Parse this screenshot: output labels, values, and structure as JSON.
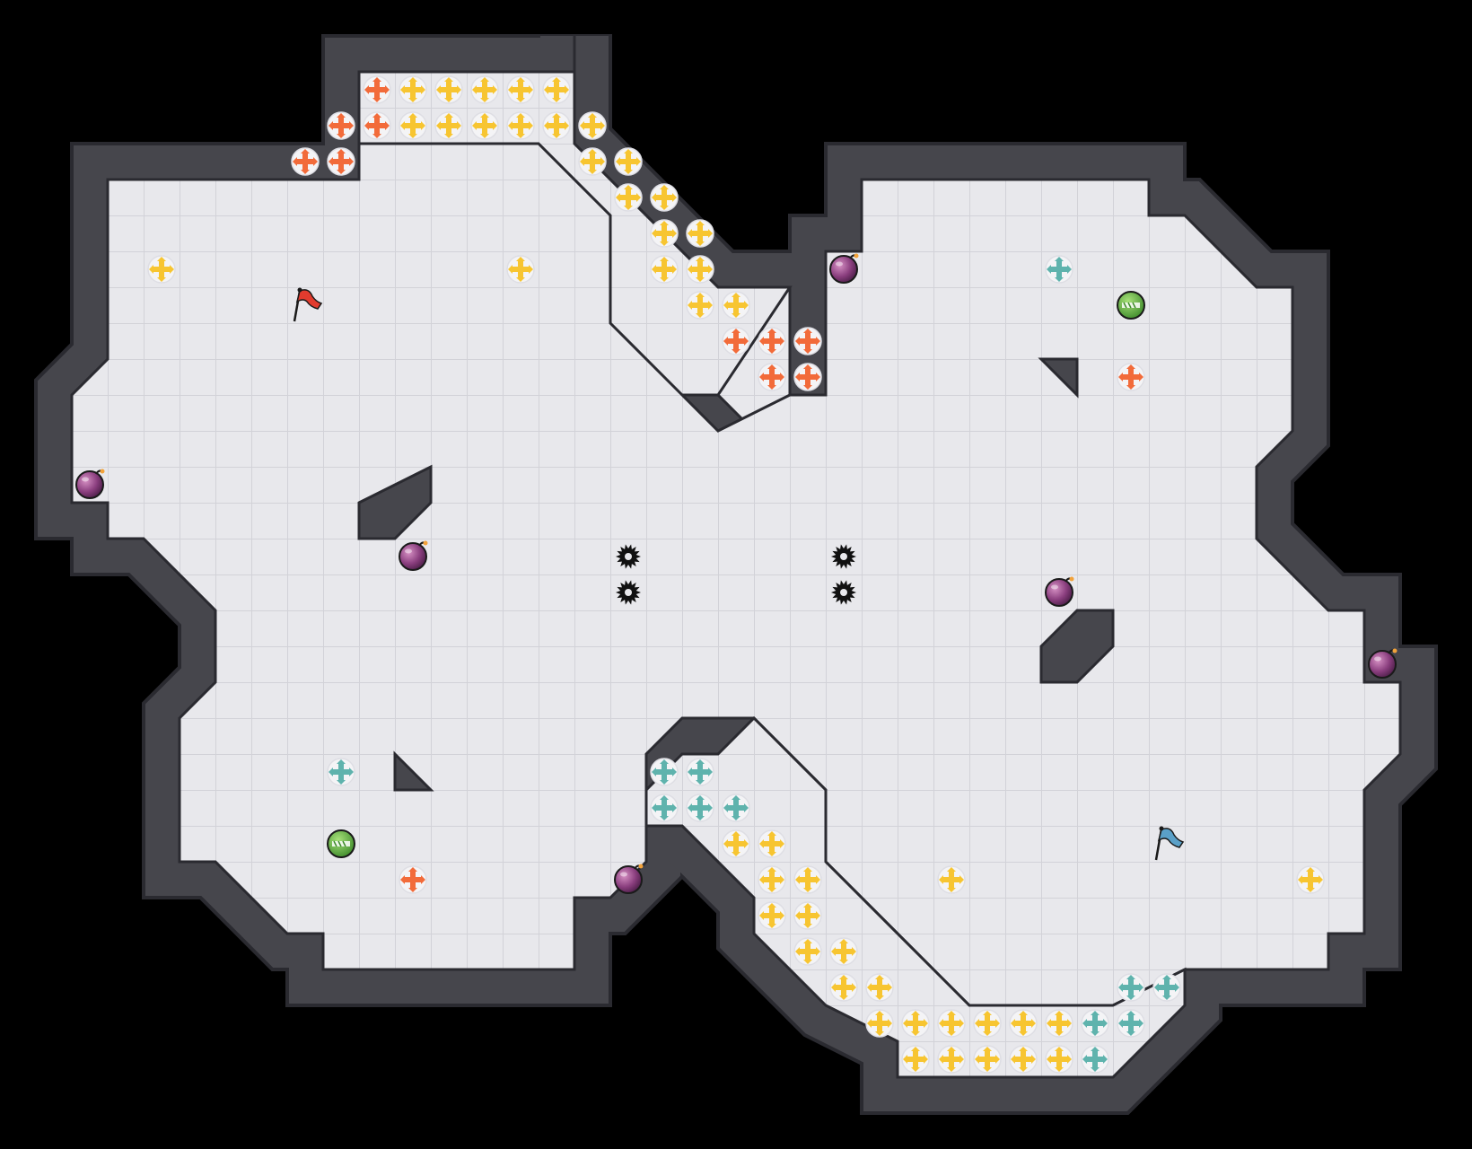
{
  "game": {
    "title": "",
    "grid_columns": 41,
    "grid_rows": 32,
    "colors": {
      "background": "#000000",
      "floor": "#e8e8ec",
      "floor_line": "#d2d2d8",
      "wall": "#46464c",
      "wall_edge": "#2a2a30",
      "bevel": "#e0e0e6",
      "boost_yellow": "#f7c531",
      "boost_orange": "#f26b3a",
      "boost_teal": "#5fb3ad",
      "bomb": "#8a3e7e",
      "powerup_green": "#6bbf45",
      "flag_red": "#e23b2e",
      "flag_blue": "#5aa0c8",
      "spike": "#111111"
    },
    "floor_regions": [
      [
        [
          10,
          2
        ],
        [
          16,
          2
        ],
        [
          16,
          4
        ],
        [
          20,
          8
        ],
        [
          22,
          8
        ],
        [
          22,
          11
        ],
        [
          21,
          12
        ],
        [
          20,
          11
        ],
        [
          17,
          11
        ],
        [
          17,
          9
        ],
        [
          13,
          5
        ],
        [
          10,
          5
        ]
      ],
      [
        [
          16,
          1
        ],
        [
          16,
          2
        ],
        [
          10,
          2
        ],
        [
          10,
          5
        ],
        [
          13,
          5
        ],
        [
          17,
          9
        ],
        [
          17,
          11
        ],
        [
          20,
          11
        ],
        [
          22,
          8
        ],
        [
          20,
          8
        ],
        [
          16,
          4
        ],
        [
          16,
          1
        ]
      ],
      [
        [
          3,
          5
        ],
        [
          10,
          5
        ],
        [
          10,
          4
        ],
        [
          15,
          4
        ],
        [
          17,
          6
        ],
        [
          17,
          9
        ],
        [
          19,
          11
        ],
        [
          20,
          12
        ],
        [
          22,
          11
        ],
        [
          23,
          11
        ],
        [
          23,
          7
        ],
        [
          24,
          7
        ],
        [
          24,
          5
        ],
        [
          32,
          5
        ],
        [
          32,
          6
        ],
        [
          33,
          6
        ],
        [
          35,
          8
        ],
        [
          36,
          8
        ],
        [
          36,
          12
        ],
        [
          35,
          13
        ],
        [
          35,
          15
        ],
        [
          37,
          17
        ],
        [
          38,
          17
        ],
        [
          38,
          19
        ],
        [
          39,
          19
        ],
        [
          39,
          21
        ],
        [
          38,
          22
        ],
        [
          38,
          26
        ],
        [
          37,
          26
        ],
        [
          37,
          27
        ],
        [
          33,
          27
        ],
        [
          31,
          28
        ],
        [
          27,
          28
        ],
        [
          26,
          27
        ],
        [
          23,
          24
        ],
        [
          23,
          22
        ],
        [
          21,
          20
        ],
        [
          19,
          20
        ],
        [
          18,
          21
        ],
        [
          18,
          24
        ],
        [
          17,
          25
        ],
        [
          16,
          25
        ],
        [
          16,
          27
        ],
        [
          9,
          27
        ],
        [
          9,
          26
        ],
        [
          8,
          26
        ],
        [
          6,
          24
        ],
        [
          5,
          24
        ],
        [
          5,
          20
        ],
        [
          6,
          19
        ],
        [
          6,
          17
        ],
        [
          4,
          15
        ],
        [
          3,
          15
        ],
        [
          3,
          14
        ],
        [
          2,
          14
        ],
        [
          2,
          11
        ],
        [
          3,
          10
        ],
        [
          3,
          6
        ]
      ],
      [
        [
          18,
          23
        ],
        [
          19,
          23
        ],
        [
          21,
          25
        ],
        [
          21,
          26
        ],
        [
          23,
          28
        ],
        [
          25,
          29
        ],
        [
          25,
          30
        ],
        [
          31,
          30
        ],
        [
          33,
          28
        ],
        [
          33,
          27
        ],
        [
          31,
          28
        ],
        [
          27,
          28
        ],
        [
          26,
          27
        ],
        [
          23,
          24
        ],
        [
          23,
          22
        ],
        [
          21,
          20
        ],
        [
          20,
          21
        ],
        [
          19,
          21
        ],
        [
          18,
          22
        ]
      ]
    ],
    "wall_islands": [
      [
        [
          10,
          14
        ],
        [
          12,
          13
        ],
        [
          12,
          14
        ],
        [
          11,
          15
        ],
        [
          10,
          15
        ]
      ],
      [
        [
          29,
          18
        ],
        [
          30,
          17
        ],
        [
          31,
          17
        ],
        [
          31,
          18
        ],
        [
          30,
          19
        ],
        [
          29,
          19
        ]
      ],
      [
        [
          11,
          21
        ],
        [
          12,
          22
        ],
        [
          11,
          22
        ]
      ],
      [
        [
          29,
          10
        ],
        [
          30,
          10
        ],
        [
          30,
          11
        ]
      ]
    ],
    "flags": [
      {
        "name": "red-flag",
        "col": 8,
        "row": 8,
        "color": "red"
      },
      {
        "name": "blue-flag",
        "col": 32,
        "row": 23,
        "color": "blue"
      }
    ],
    "bombs": [
      [
        23,
        7
      ],
      [
        2,
        13
      ],
      [
        11,
        15
      ],
      [
        29,
        16
      ],
      [
        38,
        18
      ],
      [
        17,
        24
      ]
    ],
    "powerups": [
      [
        31,
        8
      ],
      [
        9,
        23
      ]
    ],
    "spikes": [
      [
        17,
        15
      ],
      [
        17,
        16
      ],
      [
        23,
        15
      ],
      [
        23,
        16
      ]
    ],
    "boosts": {
      "yellow": [
        [
          11,
          2
        ],
        [
          12,
          2
        ],
        [
          13,
          2
        ],
        [
          14,
          2
        ],
        [
          15,
          2
        ],
        [
          11,
          3
        ],
        [
          12,
          3
        ],
        [
          13,
          3
        ],
        [
          14,
          3
        ],
        [
          15,
          3
        ],
        [
          16,
          3
        ],
        [
          16,
          4
        ],
        [
          17,
          4
        ],
        [
          17,
          5
        ],
        [
          18,
          5
        ],
        [
          18,
          6
        ],
        [
          19,
          6
        ],
        [
          18,
          7
        ],
        [
          19,
          7
        ],
        [
          19,
          8
        ],
        [
          20,
          8
        ],
        [
          4,
          7
        ],
        [
          14,
          7
        ],
        [
          20,
          23
        ],
        [
          21,
          23
        ],
        [
          21,
          24
        ],
        [
          22,
          24
        ],
        [
          21,
          25
        ],
        [
          22,
          25
        ],
        [
          22,
          26
        ],
        [
          23,
          26
        ],
        [
          23,
          27
        ],
        [
          24,
          27
        ],
        [
          24,
          28
        ],
        [
          25,
          28
        ],
        [
          26,
          28
        ],
        [
          27,
          28
        ],
        [
          28,
          28
        ],
        [
          29,
          28
        ],
        [
          25,
          29
        ],
        [
          26,
          29
        ],
        [
          27,
          29
        ],
        [
          28,
          29
        ],
        [
          29,
          29
        ],
        [
          26,
          24
        ],
        [
          36,
          24
        ]
      ],
      "orange": [
        [
          10,
          2
        ],
        [
          9,
          3
        ],
        [
          10,
          3
        ],
        [
          8,
          4
        ],
        [
          9,
          4
        ],
        [
          20,
          9
        ],
        [
          21,
          9
        ],
        [
          22,
          9
        ],
        [
          21,
          10
        ],
        [
          22,
          10
        ],
        [
          31,
          10
        ],
        [
          11,
          24
        ]
      ],
      "teal": [
        [
          29,
          7
        ],
        [
          9,
          21
        ],
        [
          18,
          21
        ],
        [
          19,
          21
        ],
        [
          18,
          22
        ],
        [
          19,
          22
        ],
        [
          20,
          22
        ],
        [
          31,
          27
        ],
        [
          32,
          27
        ],
        [
          30,
          28
        ],
        [
          31,
          28
        ],
        [
          30,
          29
        ]
      ]
    }
  }
}
